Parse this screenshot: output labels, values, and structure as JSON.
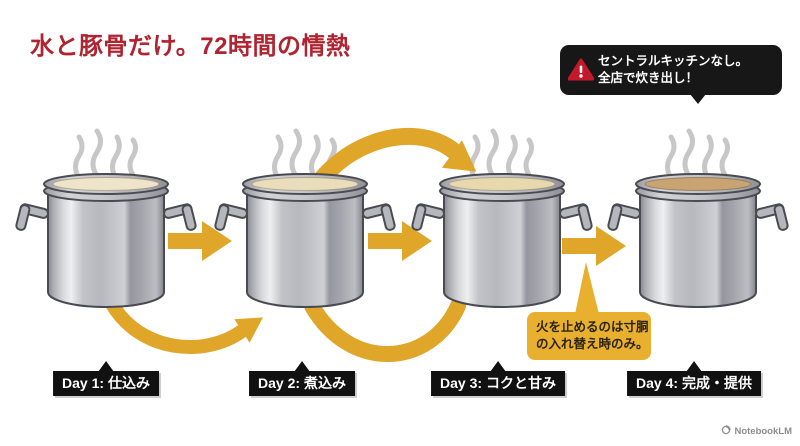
{
  "title": {
    "text": "水と豚骨だけ。72時間の情熱"
  },
  "warning_bubble": {
    "line1": "セントラルキッチンなし。",
    "line2": "全店で炊き出し！",
    "icon": "warning-triangle-icon"
  },
  "pots": [
    {
      "label": "Day 1: 仕込み",
      "broth_color": "#eee4ca"
    },
    {
      "label": "Day 2: 煮込み",
      "broth_color": "#eaddbb"
    },
    {
      "label": "Day 3: コクと甘み",
      "broth_color": "#e7d8ae"
    },
    {
      "label": "Day 4: 完成・提供",
      "broth_color": "#c9a371"
    }
  ],
  "callout": {
    "line1": "火を止めるのは寸胴",
    "line2": "の入れ替え時のみ。"
  },
  "watermark": {
    "text": "NotebookLM"
  },
  "colors": {
    "title_red": "#ae2430",
    "arrow_gold": "#e0a62a",
    "callout_yellow": "#e9af2e",
    "bubble_black": "#171717",
    "warning_red": "#c4182b",
    "steam_gray": "#c7c7c7"
  }
}
